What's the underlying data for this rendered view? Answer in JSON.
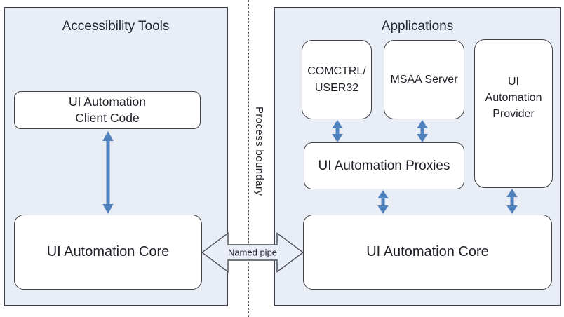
{
  "diagram": {
    "process_boundary_label": "Process boundary",
    "named_pipe_label": "Named pipe"
  },
  "left_panel": {
    "title": "Accessibility Tools",
    "client_code_box": "UI Automation\nClient Code",
    "core_box": "UI Automation Core"
  },
  "right_panel": {
    "title": "Applications",
    "comctrl_box": "COMCTRL/\nUSER32",
    "msaa_box": "MSAA Server",
    "provider_box": "UI\nAutomation\nProvider",
    "proxies_box": "UI Automation Proxies",
    "core_box": "UI Automation Core"
  },
  "colors": {
    "panel_fill": "#e9edf6",
    "panel_border": "#3e4049",
    "box_fill": "#ffffff",
    "box_border": "#404046",
    "arrow_blue": "#4f81bd",
    "dashed_line": "#55555c",
    "text": "#1f1f28"
  }
}
